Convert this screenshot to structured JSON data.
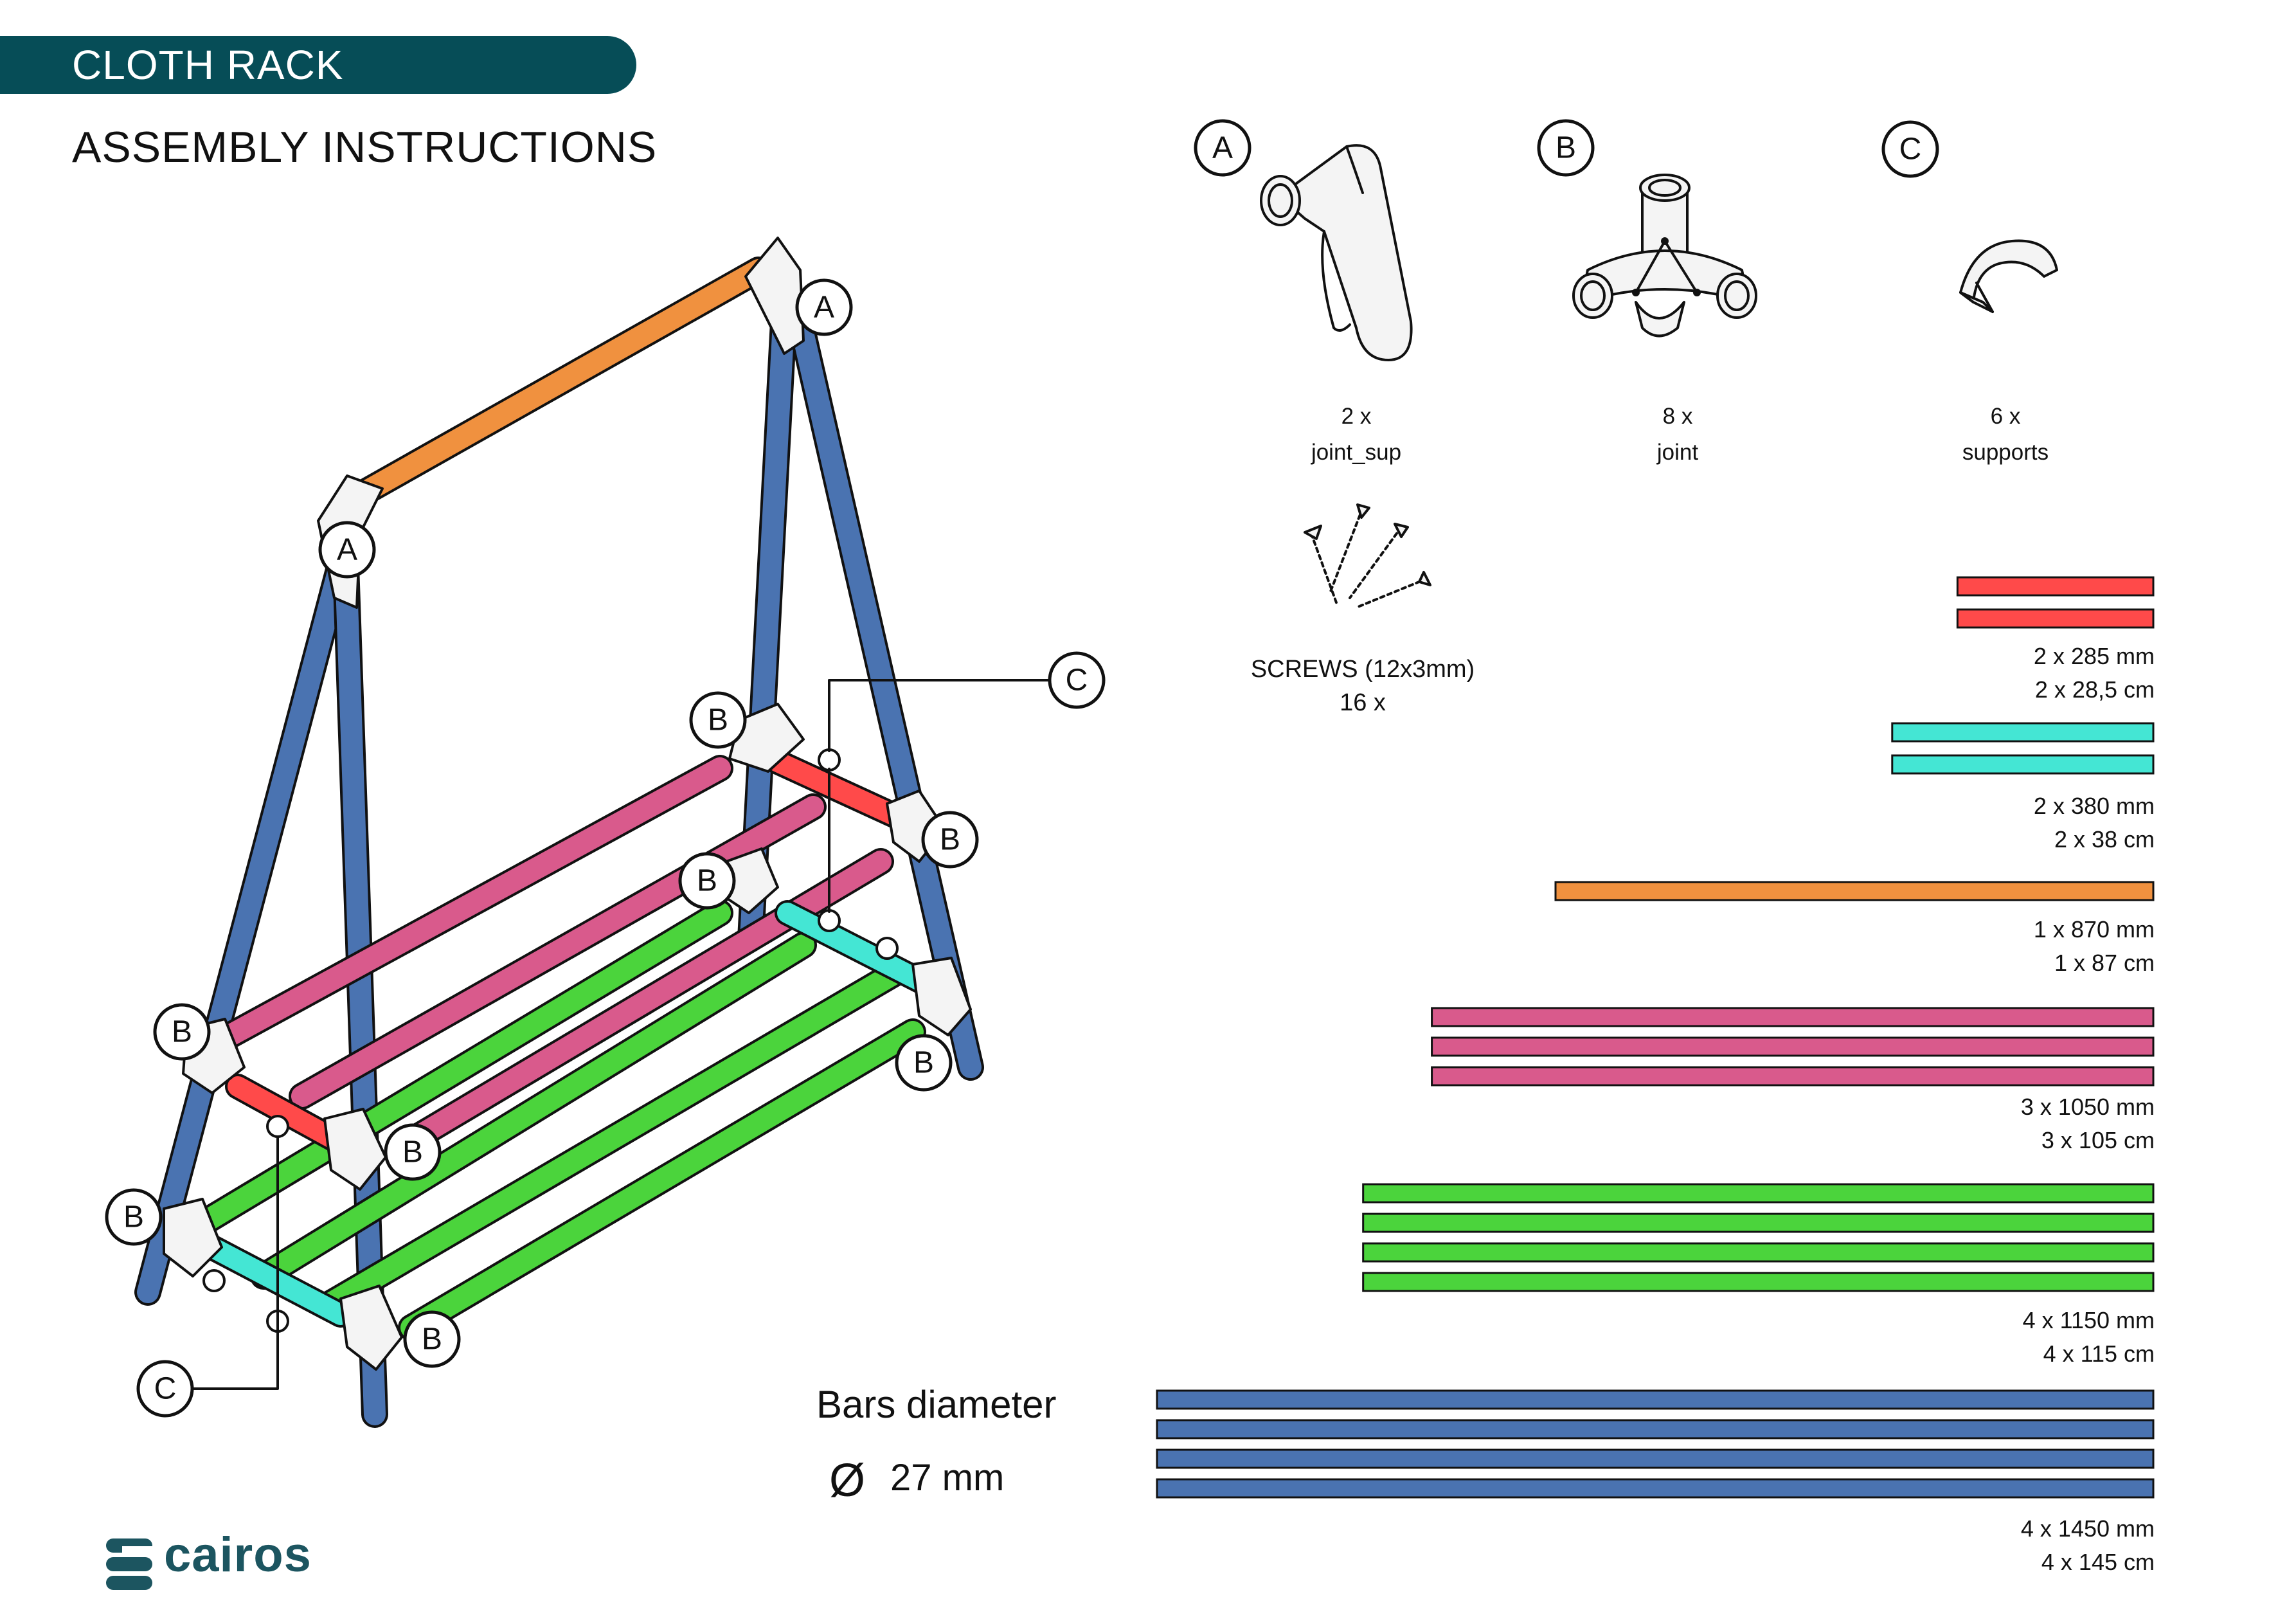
{
  "header": {
    "title": "CLOTH RACK",
    "subtitle": "ASSEMBLY INSTRUCTIONS"
  },
  "colors": {
    "banner": "#064d57",
    "red": "#ff4a4a",
    "cyan": "#44e6d4",
    "orange": "#f0913f",
    "pink": "#d95a8c",
    "green": "#4bd43c",
    "blue": "#4a73b1",
    "brand": "#1c5560"
  },
  "parts": [
    {
      "letter": "A",
      "quantity": "2 x",
      "name": "joint_sup"
    },
    {
      "letter": "B",
      "quantity": "8 x",
      "name": "joint"
    },
    {
      "letter": "C",
      "quantity": "6 x",
      "name": "supports"
    }
  ],
  "screws": {
    "label": "SCREWS (12x3mm)",
    "quantity": "16 x"
  },
  "bars": [
    {
      "mm": "2 x 285 mm",
      "cm": "2 x 28,5 cm",
      "count": 2,
      "length_mm": 285,
      "color": "#ff4a4a"
    },
    {
      "mm": "2 x 380 mm",
      "cm": "2 x 38 cm",
      "count": 2,
      "length_mm": 380,
      "color": "#44e6d4"
    },
    {
      "mm": "1 x 870 mm",
      "cm": "1 x 87 cm",
      "count": 1,
      "length_mm": 870,
      "color": "#f0913f"
    },
    {
      "mm": "3 x 1050 mm",
      "cm": "3 x 105 cm",
      "count": 3,
      "length_mm": 1050,
      "color": "#d95a8c"
    },
    {
      "mm": "4 x 1150 mm",
      "cm": "4 x 115 cm",
      "count": 4,
      "length_mm": 1150,
      "color": "#4bd43c"
    },
    {
      "mm": "4 x 1450 mm",
      "cm": "4 x 145 cm",
      "count": 4,
      "length_mm": 1450,
      "color": "#4a73b1"
    }
  ],
  "diameter": {
    "title": "Bars diameter",
    "symbol": "Ø",
    "value": "27 mm"
  },
  "callouts": {
    "a": "A",
    "b": "B",
    "c": "C"
  },
  "brand": {
    "name": "cairos"
  }
}
